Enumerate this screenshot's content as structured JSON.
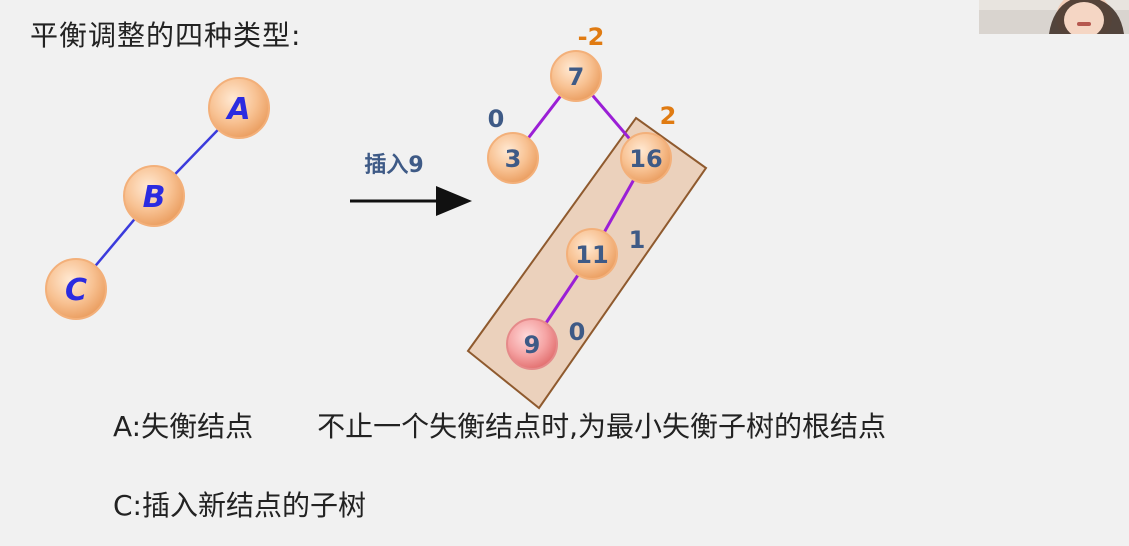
{
  "title": "平衡调整的四种类型:",
  "left_tree": {
    "nodes": [
      "A",
      "B",
      "C"
    ]
  },
  "arrow_label": "插入9",
  "right_tree": {
    "root": {
      "value": "7",
      "balance": "-2"
    },
    "left": {
      "value": "3",
      "balance": "0"
    },
    "right": {
      "value": "16",
      "balance": "2"
    },
    "right_left": {
      "value": "11",
      "balance": "1"
    },
    "inserted": {
      "value": "9",
      "balance": "0"
    }
  },
  "text_a": {
    "label": "A:失衡结点",
    "desc": "不止一个失衡结点时,为最小失衡子树的根结点"
  },
  "text_c": {
    "label": "C:插入新结点的子树"
  },
  "colors": {
    "node_fill": "#f7b780",
    "node_inserted": "#f19090",
    "left_edge": "#3b3bdc",
    "right_edge": "#9b1fd6",
    "balance_orange": "#e07b12",
    "balance_blue": "#3e5a86",
    "box_stroke": "#8f5a2e",
    "box_fill": "#e8c5aa"
  }
}
